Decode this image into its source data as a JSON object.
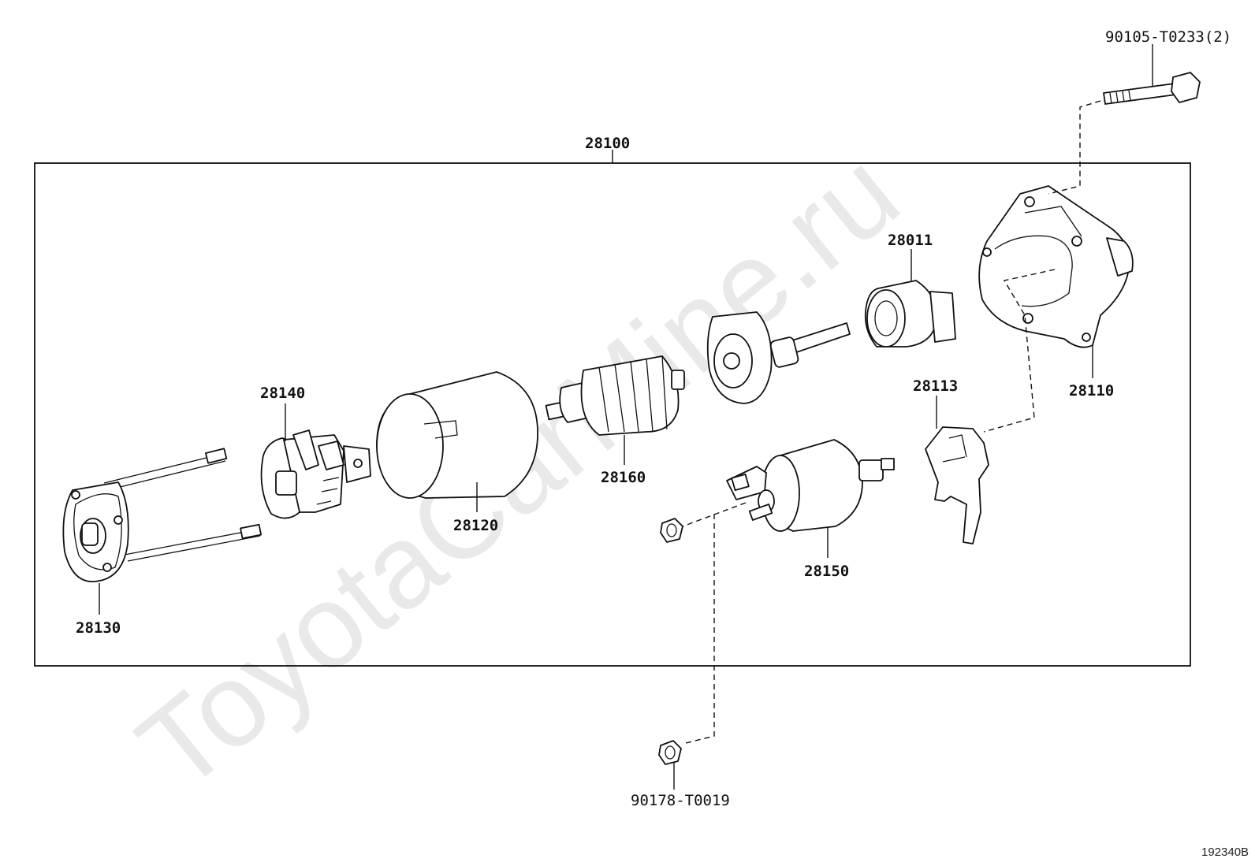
{
  "watermark": "ToyotaCarMine.ru",
  "reference_code": "192340B",
  "assembly": {
    "number": "28100"
  },
  "parts": [
    {
      "number": "28130"
    },
    {
      "number": "28140"
    },
    {
      "number": "28120"
    },
    {
      "number": "28160"
    },
    {
      "number": "28011"
    },
    {
      "number": "28110"
    },
    {
      "number": "28113"
    },
    {
      "number": "28150"
    }
  ],
  "fasteners": [
    {
      "number": "90105-T0233",
      "qty": "(2)"
    },
    {
      "number": "90178-T0019"
    }
  ]
}
